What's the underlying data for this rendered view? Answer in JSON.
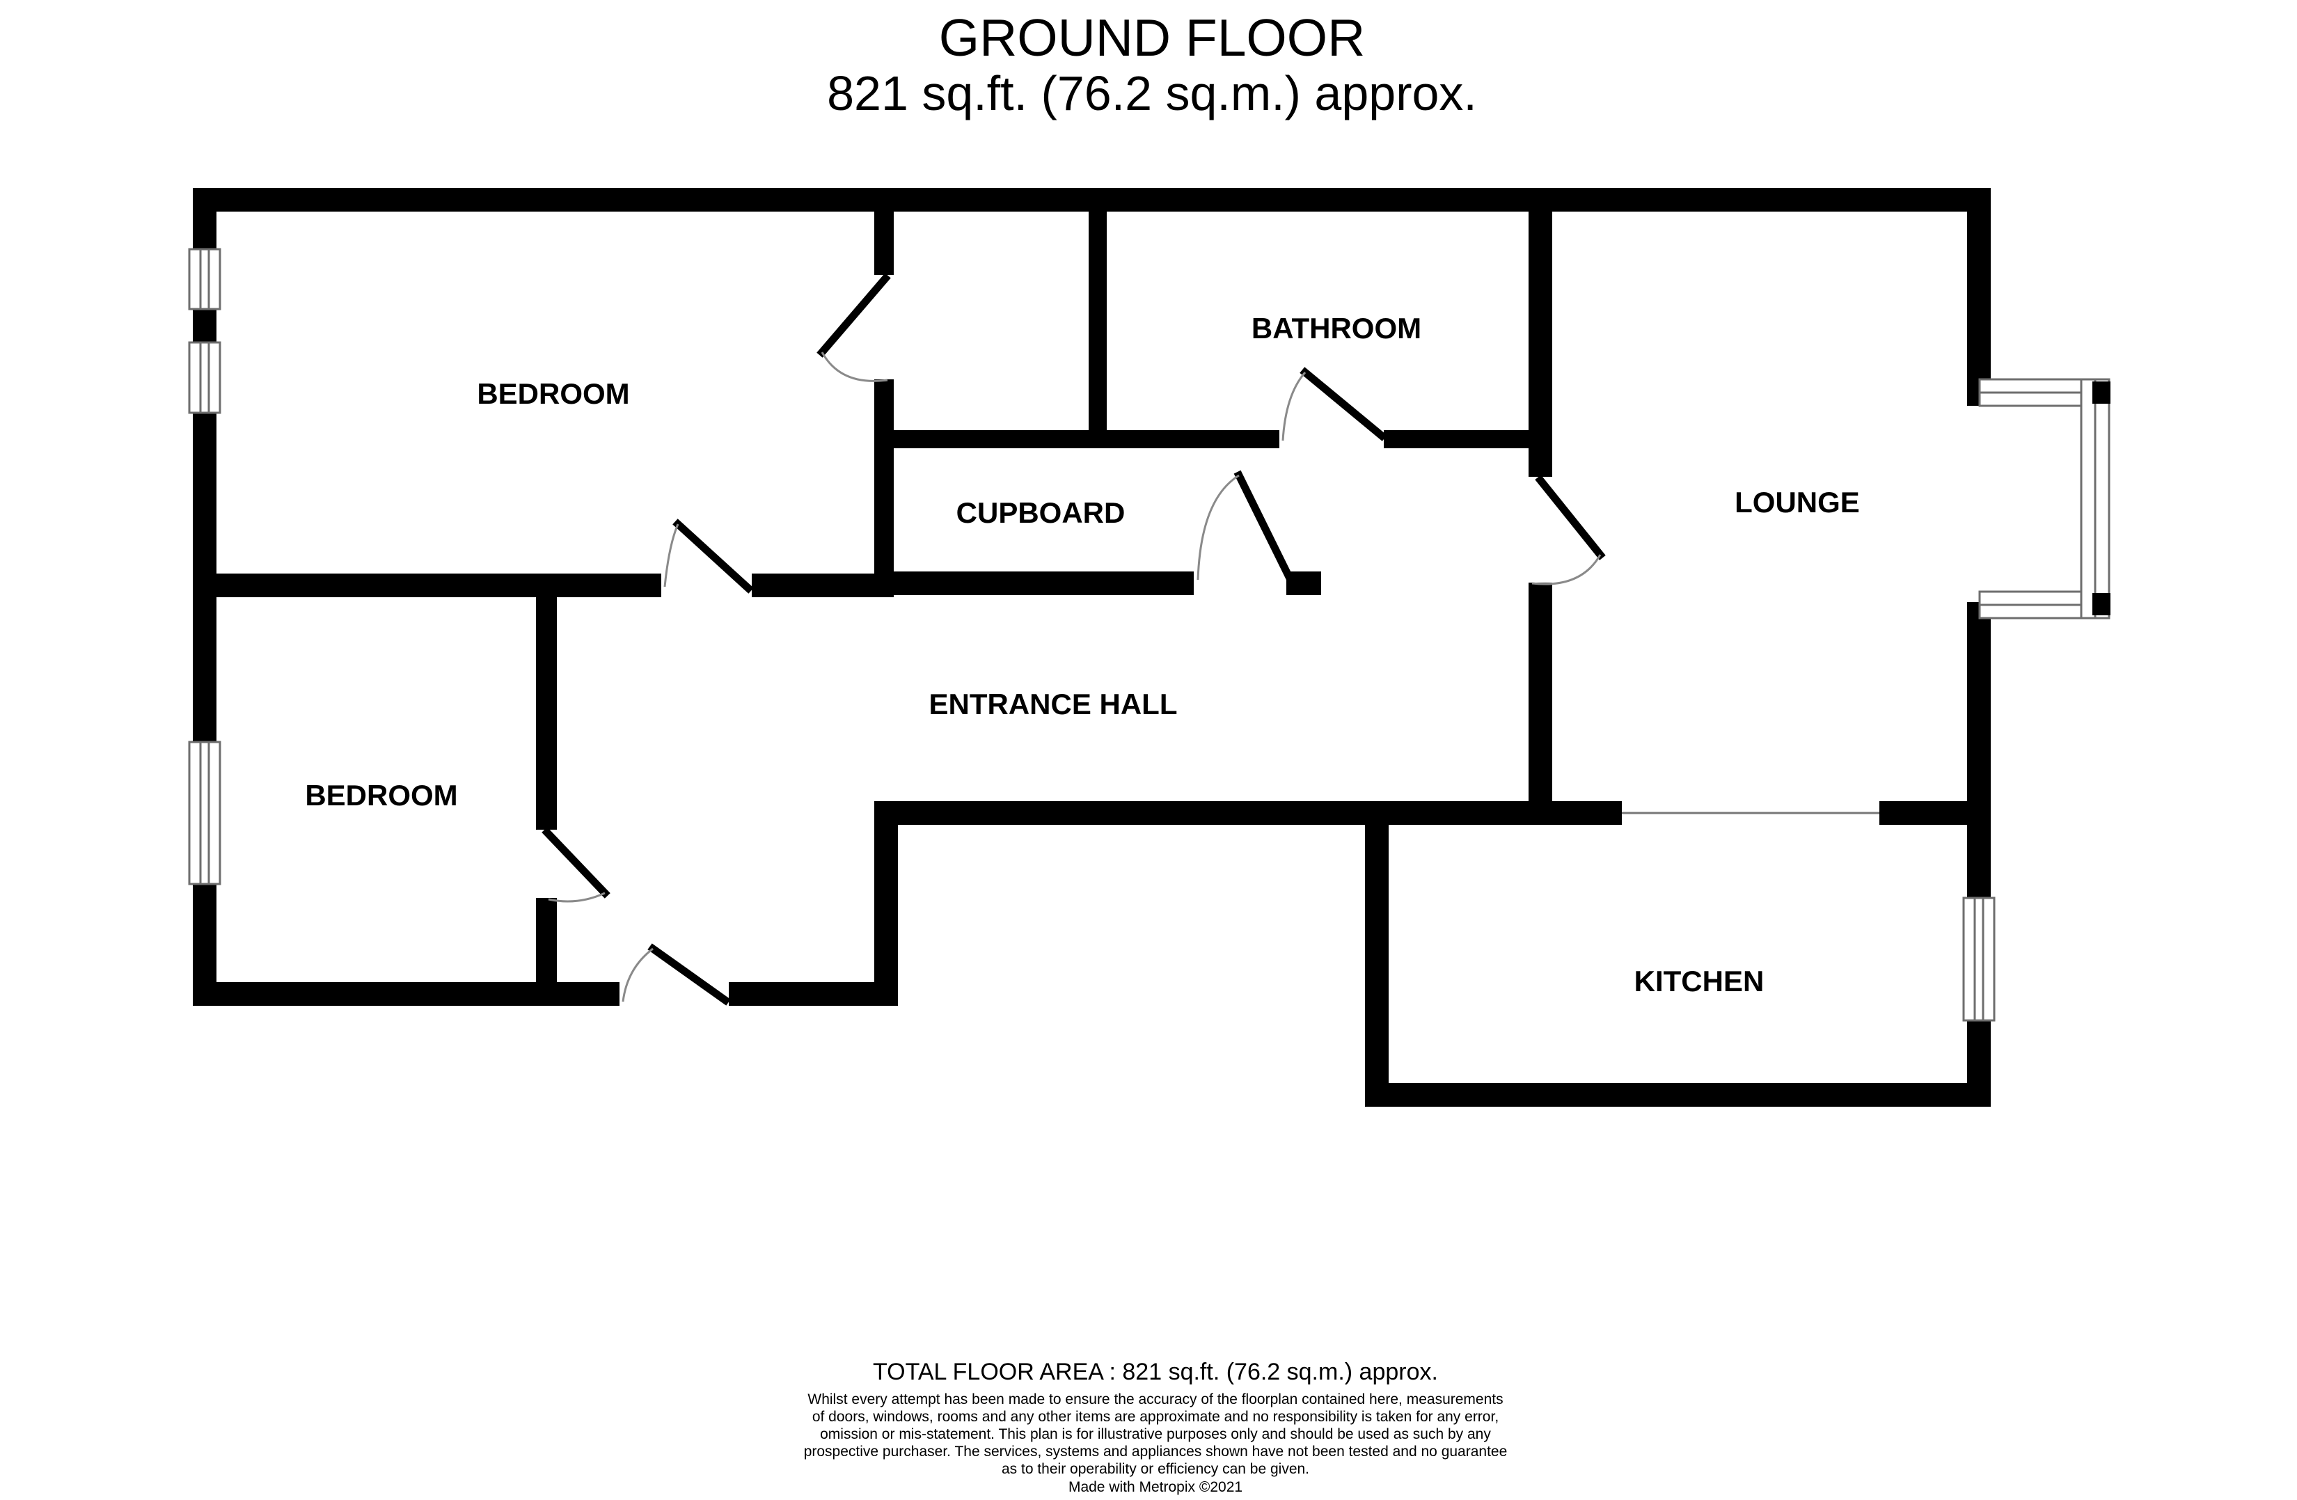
{
  "title": {
    "line1": "GROUND FLOOR",
    "line2": "821 sq.ft. (76.2 sq.m.) approx."
  },
  "rooms": {
    "bedroom_top": {
      "label": "BEDROOM"
    },
    "bathroom": {
      "label": "BATHROOM"
    },
    "cupboard": {
      "label": "CUPBOARD"
    },
    "lounge": {
      "label": "LOUNGE"
    },
    "bedroom_bottom": {
      "label": "BEDROOM"
    },
    "entrance_hall": {
      "label": "ENTRANCE HALL"
    },
    "kitchen": {
      "label": "KITCHEN"
    }
  },
  "footer": {
    "total_area": "TOTAL FLOOR AREA : 821 sq.ft. (76.2 sq.m.) approx.",
    "disclaimer_lines": [
      "Whilst every attempt has been made to ensure the accuracy of the floorplan contained here, measurements",
      "of doors, windows, rooms and any other items are approximate and no responsibility is taken for any error,",
      "omission or mis-statement. This plan is for illustrative purposes only and should be used as such by any",
      "prospective purchaser. The services, systems and appliances shown have not been tested and no guarantee",
      "as to their operability or efficiency can be given."
    ],
    "credit": "Made with Metropix ©2021"
  },
  "colors": {
    "wall": "#000000",
    "background": "#ffffff",
    "window_frame": "#6e6e6e",
    "arc": "#8a8a8a",
    "opening": "#777777",
    "text": "#000000"
  }
}
